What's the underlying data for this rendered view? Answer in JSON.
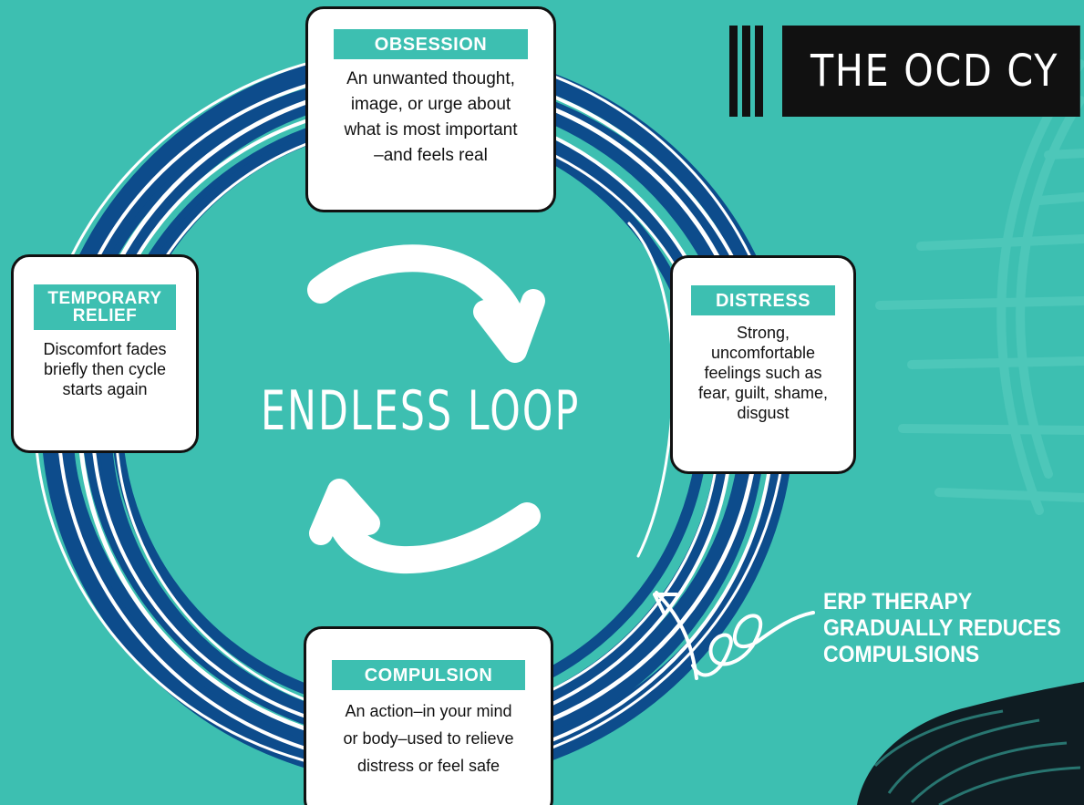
{
  "title": "THE OCD CY",
  "center_label": "ENDLESS LOOP",
  "cards": {
    "obsession": {
      "label": "OBSESSION",
      "lines": [
        "An unwanted thought,",
        "image, or urge about",
        "what is most important",
        "–and feels real"
      ]
    },
    "distress": {
      "label": "DISTRESS",
      "lines": [
        "Strong,",
        "uncomfortable",
        "feelings such as",
        "fear, guilt, shame,",
        "disgust"
      ]
    },
    "relief": {
      "label_lines": [
        "TEMPORARY",
        "RELIEF"
      ],
      "lines": [
        "Discomfort fades",
        "briefly then cycle",
        "starts again"
      ]
    },
    "compulsion": {
      "label": "COMPULSION",
      "lines": [
        "An action–in your mind",
        "or body–used to relieve",
        "distress or feel safe"
      ]
    }
  },
  "erp_note": {
    "lines": [
      "ERP THERAPY",
      "GRADUALLY REDUCES",
      "COMPULSIONS"
    ]
  },
  "colors": {
    "background": "#3dbfb1",
    "loop_dark": "#0d4c8c",
    "loop_light": "#ffffff",
    "card_border": "#111111",
    "label_fill": "#3dbfb1"
  }
}
